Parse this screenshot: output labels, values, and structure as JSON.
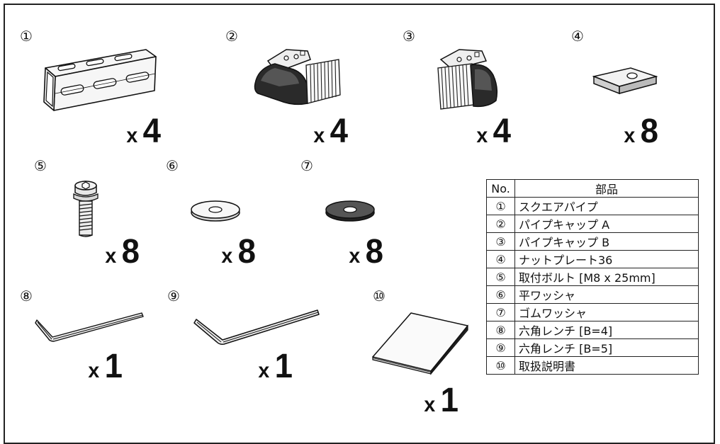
{
  "items": [
    {
      "no": "①",
      "qty_x": "x",
      "qty_n": "4"
    },
    {
      "no": "②",
      "qty_x": "x",
      "qty_n": "4"
    },
    {
      "no": "③",
      "qty_x": "x",
      "qty_n": "4"
    },
    {
      "no": "④",
      "qty_x": "x",
      "qty_n": "8"
    },
    {
      "no": "⑤",
      "qty_x": "x",
      "qty_n": "8"
    },
    {
      "no": "⑥",
      "qty_x": "x",
      "qty_n": "8"
    },
    {
      "no": "⑦",
      "qty_x": "x",
      "qty_n": "8"
    },
    {
      "no": "⑧",
      "qty_x": "x",
      "qty_n": "1"
    },
    {
      "no": "⑨",
      "qty_x": "x",
      "qty_n": "1"
    },
    {
      "no": "⑩",
      "qty_x": "x",
      "qty_n": "1"
    }
  ],
  "table": {
    "header_no": "No.",
    "header_name": "部品",
    "rows": [
      {
        "no": "①",
        "name": "スクエアパイプ"
      },
      {
        "no": "②",
        "name": "パイプキャップ A"
      },
      {
        "no": "③",
        "name": "パイプキャップ B"
      },
      {
        "no": "④",
        "name": "ナットプレート36"
      },
      {
        "no": "⑤",
        "name": "取付ボルト [M8 x 25mm]"
      },
      {
        "no": "⑥",
        "name": "平ワッシャ"
      },
      {
        "no": "⑦",
        "name": "ゴムワッシャ"
      },
      {
        "no": "⑧",
        "name": "六角レンチ [B=4]"
      },
      {
        "no": "⑨",
        "name": "六角レンチ [B=5]"
      },
      {
        "no": "⑩",
        "name": "取扱説明書"
      }
    ]
  }
}
